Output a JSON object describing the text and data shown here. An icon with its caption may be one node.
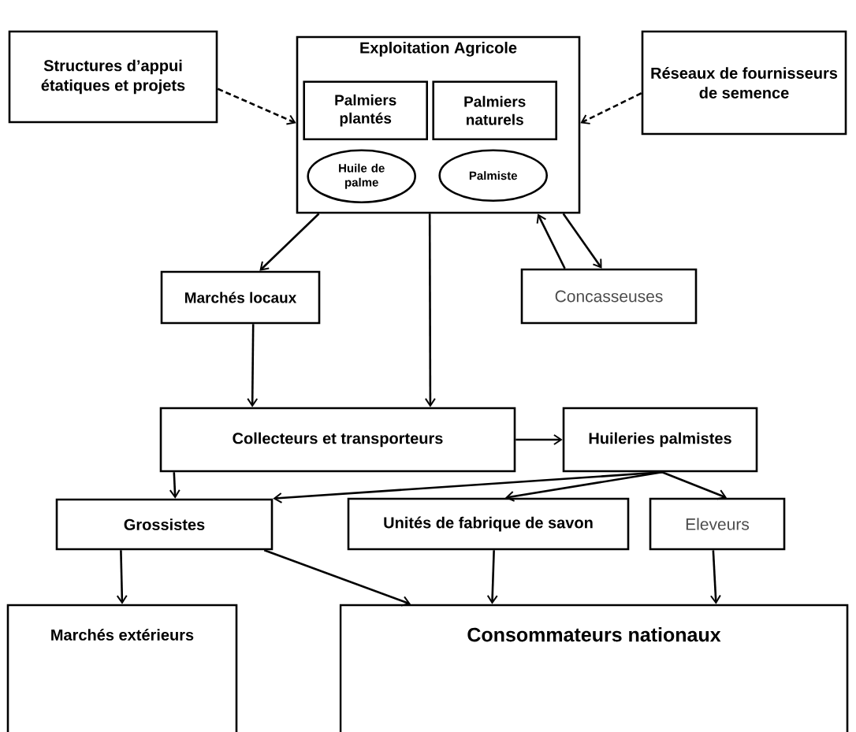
{
  "diagram": {
    "nodes": [
      {
        "text": [
          "Structures d’appui étatiques et projets"
        ]
      },
      {
        "text": [
          "Exploitation Agricole"
        ]
      },
      {
        "text": [
          "Palmiers plantés"
        ],
        "in": 1
      },
      {
        "text": [
          "Palmiers naturels"
        ],
        "in": 1
      },
      {
        "text": [
          "Huile de palme"
        ],
        "in": 1
      },
      {
        "text": [
          "Palmiste"
        ],
        "in": 1
      },
      {
        "text": [
          "Réseaux de fournisseurs de semence"
        ]
      },
      {
        "text": [
          "Marchés locaux"
        ]
      },
      {
        "text": [
          "Concasseuses"
        ]
      },
      {
        "text": [
          "Collecteurs et transporteurs"
        ]
      },
      {
        "text": [
          "Huileries palmistes"
        ]
      },
      {
        "text": [
          "Grossistes"
        ]
      },
      {
        "text": [
          "Unités de fabrique de savon"
        ]
      },
      {
        "text": [
          "Eleveurs"
        ]
      },
      {
        "text": [
          "Marchés extérieurs"
        ]
      },
      {
        "text": [
          "Consommateurs nationaux"
        ]
      }
    ],
    "edges": [
      {
        "from": 0,
        "to": 1,
        "arrow": "to",
        "style": "dashed"
      },
      {
        "from": 6,
        "to": 1,
        "arrow": "to",
        "style": "dashed"
      },
      {
        "from": 1,
        "to": 7,
        "arrow": "to"
      },
      {
        "from": 1,
        "to": 9,
        "arrow": "to"
      },
      {
        "from": 8,
        "to": 1,
        "arrow": "to"
      },
      {
        "from": 1,
        "to": 8,
        "arrow": "to"
      },
      {
        "from": 7,
        "to": 9,
        "arrow": "to"
      },
      {
        "from": 9,
        "to": 10,
        "arrow": "to"
      },
      {
        "from": 9,
        "to": 11,
        "arrow": "to"
      },
      {
        "from": 10,
        "to": 11,
        "arrow": "to"
      },
      {
        "from": 10,
        "to": 12,
        "arrow": "to"
      },
      {
        "from": 10,
        "to": 13,
        "arrow": "to"
      },
      {
        "from": 11,
        "to": 14,
        "arrow": "to"
      },
      {
        "from": 11,
        "to": 15,
        "arrow": "to"
      },
      {
        "from": 12,
        "to": 15,
        "arrow": "to"
      },
      {
        "from": 13,
        "to": 15,
        "arrow": "to"
      }
    ]
  }
}
